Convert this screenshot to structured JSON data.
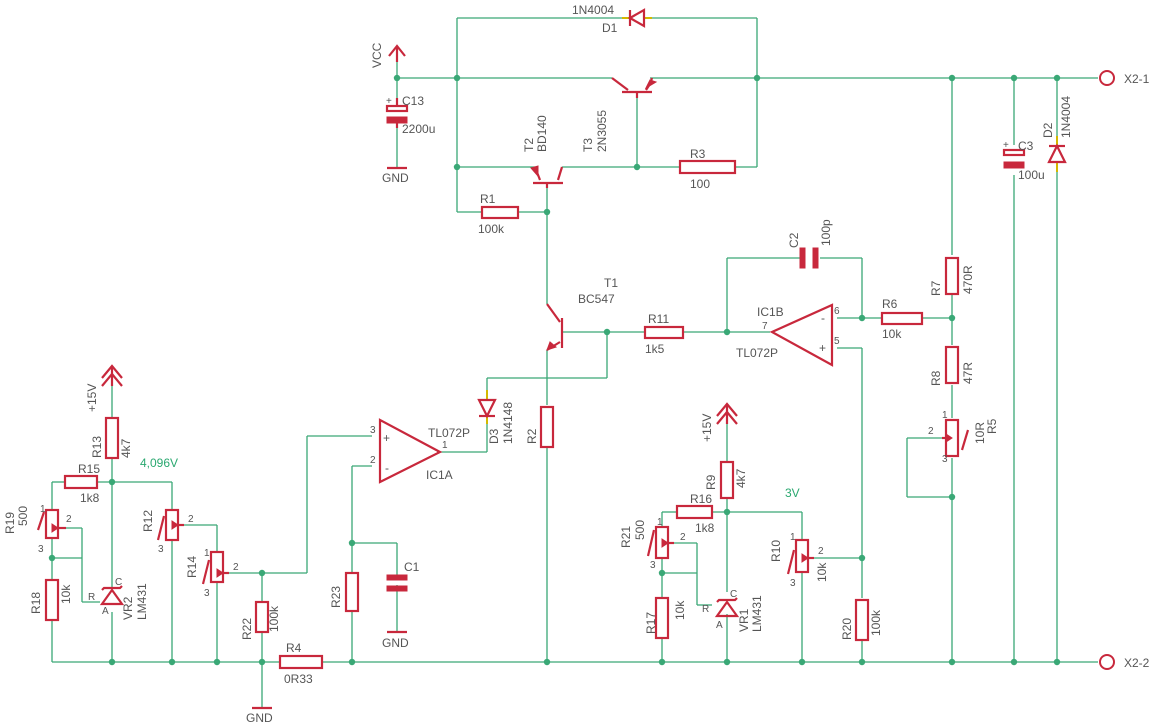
{
  "labels": {
    "vcc": "VCC",
    "gnd": "GND",
    "p15": "+15V",
    "x21": "X2-1",
    "x22": "X2-2",
    "v4096": "4,096V",
    "v3": "3V",
    "c13": "C13",
    "c13v": "2200u",
    "d1": "D1",
    "d1v": "1N4004",
    "t2": "T2",
    "t2v": "BD140",
    "t3": "T3",
    "t3v": "2N3055",
    "r3": "R3",
    "r3v": "100",
    "r1": "R1",
    "r1v": "100k",
    "c2": "C2",
    "c2v": "100p",
    "t1": "T1",
    "t1v": "BC547",
    "r11": "R11",
    "r11v": "1k5",
    "ic1b": "IC1B",
    "ic1bv": "TL072P",
    "r6": "R6",
    "r6v": "10k",
    "r7": "R7",
    "r7v": "470R",
    "r8": "R8",
    "r8v": "47R",
    "r5": "R5",
    "r5v": "10R",
    "c3": "C3",
    "c3v": "100u",
    "d2": "D2",
    "d2v": "1N4004",
    "d3": "D3",
    "d3v": "1N4148",
    "r2": "R2",
    "ic1a": "IC1A",
    "ic1av": "TL072P",
    "c1": "C1",
    "r23": "R23",
    "r22": "R22",
    "r22v": "100k",
    "r4": "R4",
    "r4v": "0R33",
    "r13": "R13",
    "r13v": "4k7",
    "r15": "R15",
    "r15v": "1k8",
    "r19": "R19",
    "r19v": "500",
    "r18": "R18",
    "r18v": "10k",
    "vr2": "VR2",
    "vr2v": "LM431",
    "r12": "R12",
    "r14": "R14",
    "r9": "R9",
    "r9v": "4k7",
    "r16": "R16",
    "r16v": "1k8",
    "r21": "R21",
    "r21v": "500",
    "r17": "R17",
    "r17v": "10k",
    "vr1": "VR1",
    "vr1v": "LM431",
    "r10": "R10",
    "r10v": "10k",
    "r20": "R20",
    "r20v": "100k",
    "pin1": "1",
    "pin2": "2",
    "pin3": "3",
    "pin5": "5",
    "pin6": "6",
    "pin7": "7",
    "pinA": "A",
    "pinC": "C",
    "pinR": "R",
    "plus": "+",
    "minus": "-"
  },
  "colors": {
    "wire": "#3aa876",
    "component": "#c8283c",
    "text": "#555555",
    "net_label": "#2aa870"
  }
}
